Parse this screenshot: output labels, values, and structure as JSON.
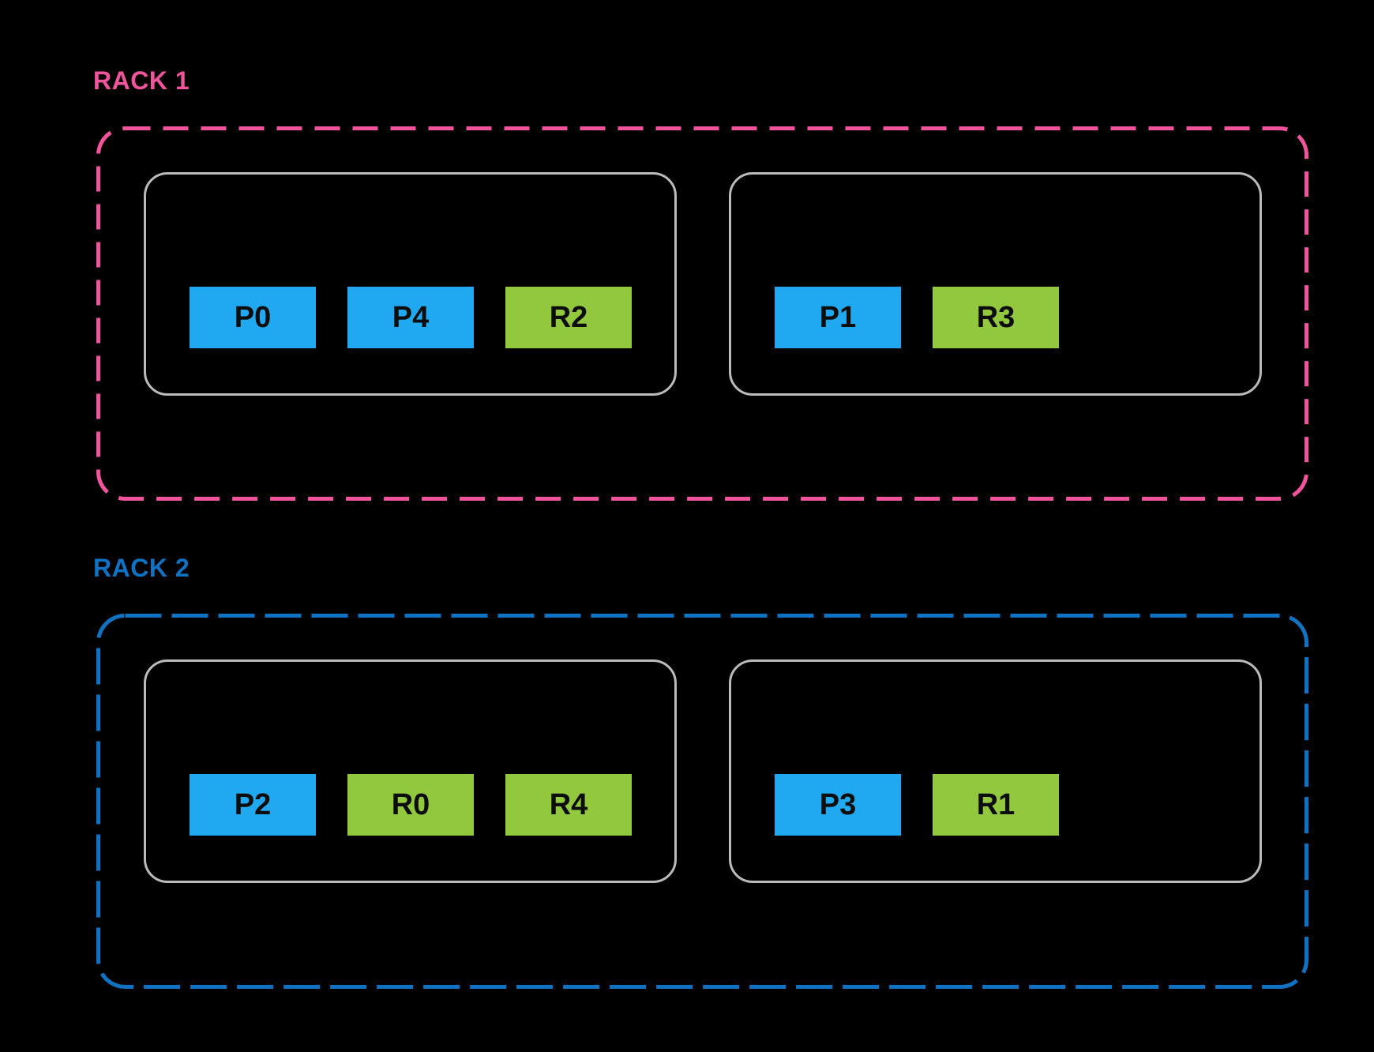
{
  "page": {
    "background": "#000000",
    "description": "Two-rack shard placement diagram with primary (P) and replica (R) slots"
  },
  "colors": {
    "rack1_accent": "#F0549C",
    "rack2_accent": "#0F72C2",
    "host_border": "#BBBBBB",
    "primary_slot": "#20A8F0",
    "replica_slot": "#92C83E",
    "slot_text": "#0D0D0D"
  },
  "racks": [
    {
      "label": "RACK 1",
      "hosts": [
        {
          "slots": [
            {
              "label": "P0",
              "role": "primary"
            },
            {
              "label": "P4",
              "role": "primary"
            },
            {
              "label": "R2",
              "role": "replica"
            }
          ]
        },
        {
          "slots": [
            {
              "label": "P1",
              "role": "primary"
            },
            {
              "label": "R3",
              "role": "replica"
            }
          ]
        }
      ]
    },
    {
      "label": "RACK 2",
      "hosts": [
        {
          "slots": [
            {
              "label": "P2",
              "role": "primary"
            },
            {
              "label": "R0",
              "role": "replica"
            },
            {
              "label": "R4",
              "role": "replica"
            }
          ]
        },
        {
          "slots": [
            {
              "label": "P3",
              "role": "primary"
            },
            {
              "label": "R1",
              "role": "replica"
            }
          ]
        }
      ]
    }
  ]
}
